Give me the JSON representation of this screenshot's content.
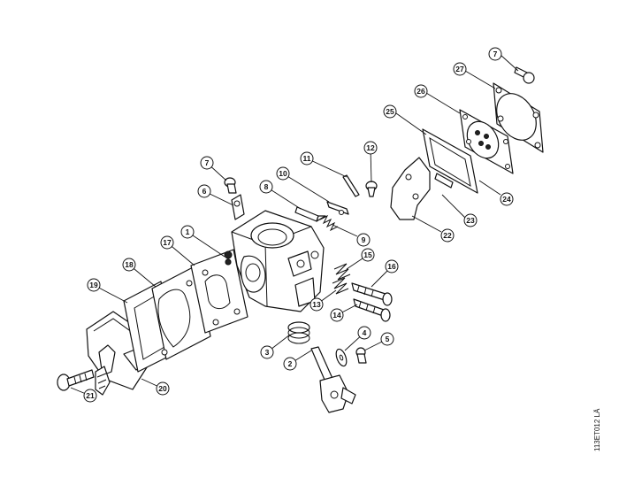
{
  "diagram": {
    "reference_code": "113ET012 LÄ",
    "callouts": [
      {
        "id": "c1",
        "label": "1"
      },
      {
        "id": "c2",
        "label": "2"
      },
      {
        "id": "c3",
        "label": "3"
      },
      {
        "id": "c4",
        "label": "4"
      },
      {
        "id": "c5",
        "label": "5"
      },
      {
        "id": "c6",
        "label": "6"
      },
      {
        "id": "c7a",
        "label": "7"
      },
      {
        "id": "c7b",
        "label": "7"
      },
      {
        "id": "c8",
        "label": "8"
      },
      {
        "id": "c9",
        "label": "9"
      },
      {
        "id": "c10",
        "label": "10"
      },
      {
        "id": "c11",
        "label": "11"
      },
      {
        "id": "c12",
        "label": "12"
      },
      {
        "id": "c13",
        "label": "13"
      },
      {
        "id": "c14",
        "label": "14"
      },
      {
        "id": "c15",
        "label": "15"
      },
      {
        "id": "c16",
        "label": "16"
      },
      {
        "id": "c17",
        "label": "17"
      },
      {
        "id": "c18",
        "label": "18"
      },
      {
        "id": "c19",
        "label": "19"
      },
      {
        "id": "c20",
        "label": "20"
      },
      {
        "id": "c21",
        "label": "21"
      },
      {
        "id": "c22",
        "label": "22"
      },
      {
        "id": "c23",
        "label": "23"
      },
      {
        "id": "c24",
        "label": "24"
      },
      {
        "id": "c25",
        "label": "25"
      },
      {
        "id": "c26",
        "label": "26"
      },
      {
        "id": "c27",
        "label": "27"
      }
    ]
  }
}
